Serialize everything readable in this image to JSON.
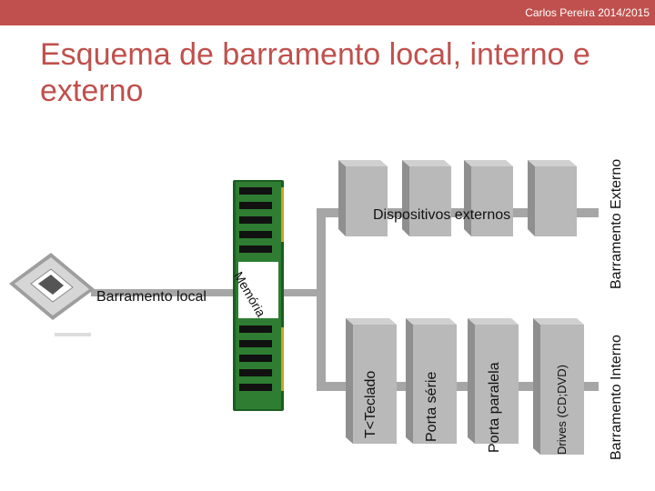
{
  "header": {
    "author": "Carlos Pereira 2014/2015"
  },
  "title": "Esquema de barramento local, interno e externo",
  "labels": {
    "dispositivos_externos": "Dispositivos externos",
    "barramento_local": "Barramento local",
    "barramento_externo": "Barramento Externo",
    "barramento_interno": "Barramento Interno",
    "memoria": "Memória",
    "teclado": "T<Teclado",
    "porta_serie": "Porta série",
    "porta_paralela": "Porta paralela",
    "drives": "Drives (CD;DVD)"
  },
  "colors": {
    "accent": "#c0504d",
    "box": "#b9b9b9",
    "box_dark": "#8f8f8f",
    "bus": "#a6a6a6",
    "ram_green": "#2e7d32"
  },
  "icons": {
    "cpu": "cpu-chip-icon",
    "ram": "ram-module-icon"
  }
}
